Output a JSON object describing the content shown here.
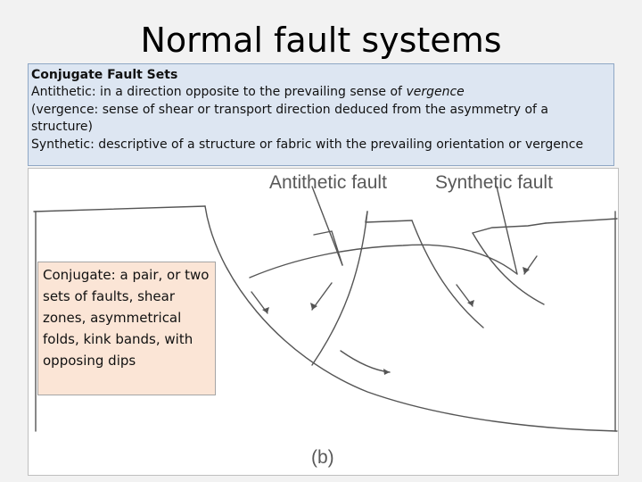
{
  "slide": {
    "title": "Normal fault systems"
  },
  "info_box": {
    "heading": "Conjugate Fault Sets",
    "antithetic_prefix": "Antithetic: in a direction opposite to the prevailing sense of ",
    "antithetic_emph": "vergence",
    "vergence_def": "(vergence: sense of shear or transport direction deduced from the asymmetry of a structure)",
    "synthetic_def": "Synthetic: descriptive of a structure or fabric with the prevailing orientation or vergence"
  },
  "figure": {
    "antithetic_label": "Antithetic fault",
    "synthetic_label": "Synthetic fault",
    "panel_label": "(b)"
  },
  "conjugate_box": {
    "term": "Conjugate",
    "definition": ": a pair, or two sets of faults, shear zones, asymmetrical folds, kink bands, with opposing dips"
  },
  "colors": {
    "background": "#f2f2f2",
    "info_box_fill": "#dde6f2",
    "conjugate_box_fill": "#fbe5d6",
    "diagram_lines": "#555555"
  }
}
